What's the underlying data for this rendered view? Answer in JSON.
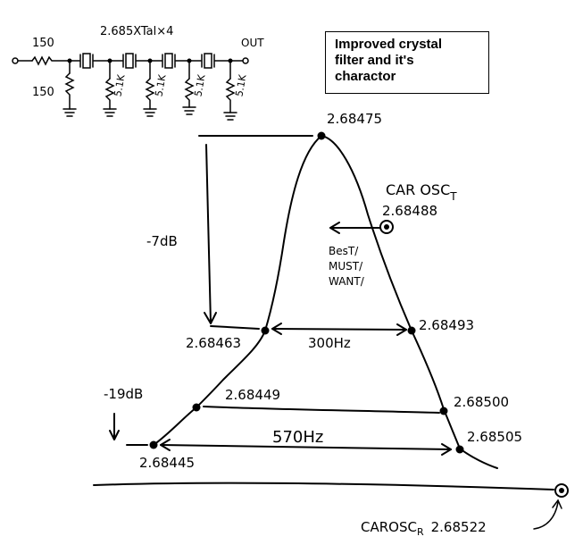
{
  "title_box": {
    "line1": "Improved crystal",
    "line2": "filter and it's",
    "line3": "charactor"
  },
  "schematic": {
    "series_resistor": "150",
    "shunt_resistor": "150",
    "crystal_label": "2.685XTal×4",
    "load_resistors": [
      "5.1K",
      "5.1K",
      "5.1K",
      "5.1K"
    ],
    "output_label": "OUT"
  },
  "response_curve": {
    "peak_freq": "2.68475",
    "points": {
      "p_2_68463": "2.68463",
      "p_2_68493": "2.68493",
      "p_2_68449": "2.68449",
      "p_2_68500": "2.68500",
      "p_2_68445": "2.68445",
      "p_2_68505": "2.68505"
    },
    "attenuation_7db": "-7dB",
    "attenuation_19db": "-19dB",
    "bandwidth_300": "300Hz",
    "bandwidth_570": "570Hz"
  },
  "carriers": {
    "car_osc_t_label": "CAR OSC",
    "car_osc_t_sub": "T",
    "car_osc_t_freq": "2.68488",
    "note_best": "BesT/",
    "note_must": "MUST/",
    "note_want": "WANT/",
    "car_osc_r_label": "CAROSC",
    "car_osc_r_sub": "R",
    "car_osc_r_freq": "2.68522"
  }
}
